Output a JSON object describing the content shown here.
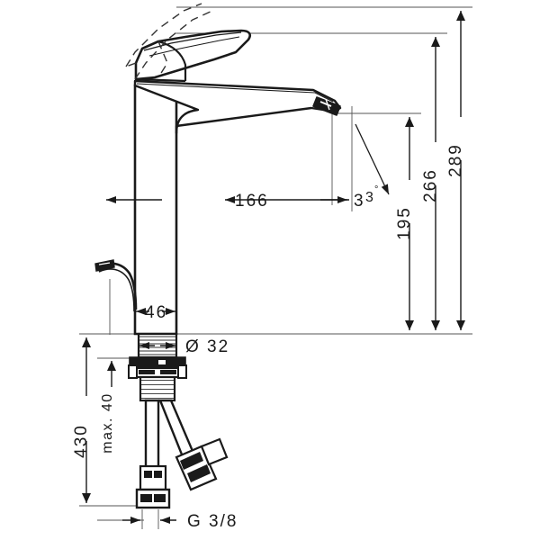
{
  "drawing": {
    "type": "technical-dimension-drawing",
    "subject": "single-lever basin mixer faucet, side elevation",
    "units": "mm",
    "line_color": "#1a1a1a",
    "background_color": "#ffffff"
  },
  "dimensions": {
    "spout_reach": {
      "value": "166",
      "orientation": "horizontal"
    },
    "spout_angle": {
      "value": "3",
      "suffix": "3",
      "degree": "°",
      "combined": "33°"
    },
    "body_width": {
      "value": "46",
      "orientation": "horizontal"
    },
    "shank_diameter": {
      "symbol": "Ø",
      "value": "32",
      "combined": "Ø 32"
    },
    "height_to_spout": {
      "value": "195",
      "orientation": "vertical"
    },
    "height_to_body_top": {
      "value": "266",
      "orientation": "vertical"
    },
    "total_height": {
      "value": "289",
      "orientation": "vertical"
    },
    "hose_length": {
      "value": "430",
      "orientation": "vertical"
    },
    "max_thickness": {
      "value": "max. 40",
      "orientation": "vertical"
    },
    "thread_size": {
      "value": "G 3/8",
      "orientation": "horizontal"
    }
  },
  "parts": {
    "lever_handle": "lever-handle",
    "lever_open_ghost": "lever-open-position-dashed",
    "spout": "spout",
    "aerator": "aerator",
    "body_column": "body-column",
    "popup_rod": "popup-waste-rod",
    "shank": "mounting-shank",
    "washer_nut": "washer-and-nut",
    "hose_straight": "flexible-hose-straight",
    "hose_angled": "flexible-hose-angled",
    "connector_a": "hose-connector-a",
    "connector_b": "hose-connector-b"
  }
}
